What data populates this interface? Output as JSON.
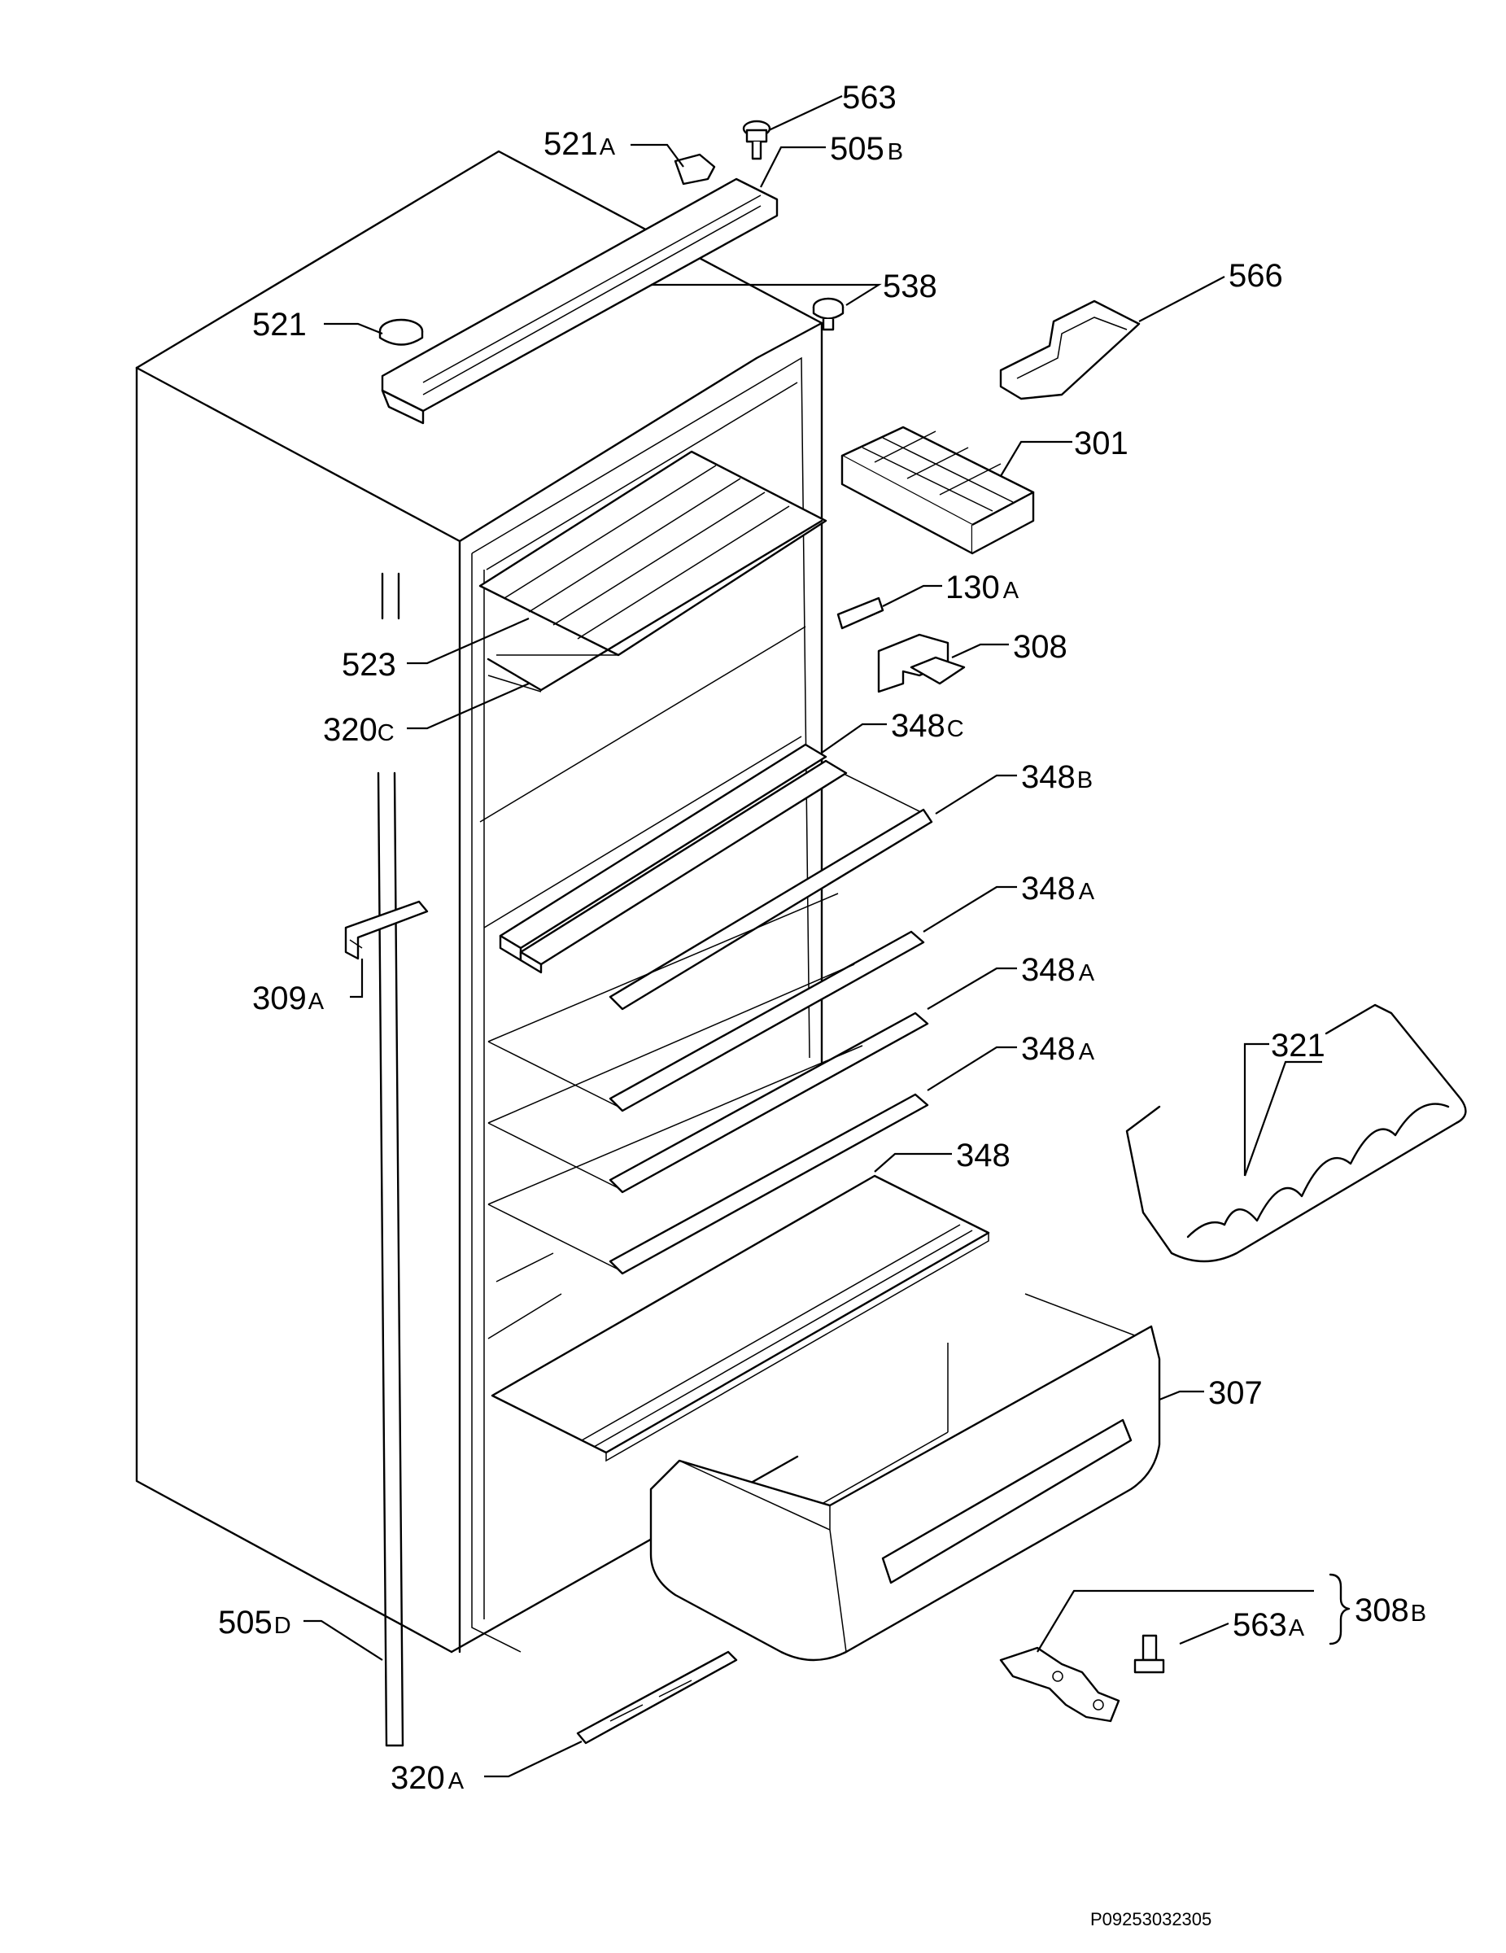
{
  "labels": {
    "l563": {
      "num": "563",
      "suffix": ""
    },
    "l505b": {
      "num": "505",
      "suffix": "B"
    },
    "l521a": {
      "num": "521",
      "suffix": "A"
    },
    "l521": {
      "num": "521",
      "suffix": ""
    },
    "l538": {
      "num": "538",
      "suffix": ""
    },
    "l566": {
      "num": "566",
      "suffix": ""
    },
    "l301": {
      "num": "301",
      "suffix": ""
    },
    "l130a": {
      "num": "130",
      "suffix": "A"
    },
    "l308": {
      "num": "308",
      "suffix": ""
    },
    "l523": {
      "num": "523",
      "suffix": ""
    },
    "l320c": {
      "num": "320",
      "suffix": "C"
    },
    "l348c": {
      "num": "348",
      "suffix": "C"
    },
    "l348b": {
      "num": "348",
      "suffix": "B"
    },
    "l348a1": {
      "num": "348",
      "suffix": "A"
    },
    "l348a2": {
      "num": "348",
      "suffix": "A"
    },
    "l348a3": {
      "num": "348",
      "suffix": "A"
    },
    "l309a": {
      "num": "309",
      "suffix": "A"
    },
    "l321": {
      "num": "321",
      "suffix": ""
    },
    "l348": {
      "num": "348",
      "suffix": ""
    },
    "l307": {
      "num": "307",
      "suffix": ""
    },
    "l505d": {
      "num": "505",
      "suffix": "D"
    },
    "l563a": {
      "num": "563",
      "suffix": "A"
    },
    "l308b": {
      "num": "308",
      "suffix": "B"
    },
    "l320a": {
      "num": "320",
      "suffix": "A"
    }
  },
  "document_code": "P09253032305"
}
